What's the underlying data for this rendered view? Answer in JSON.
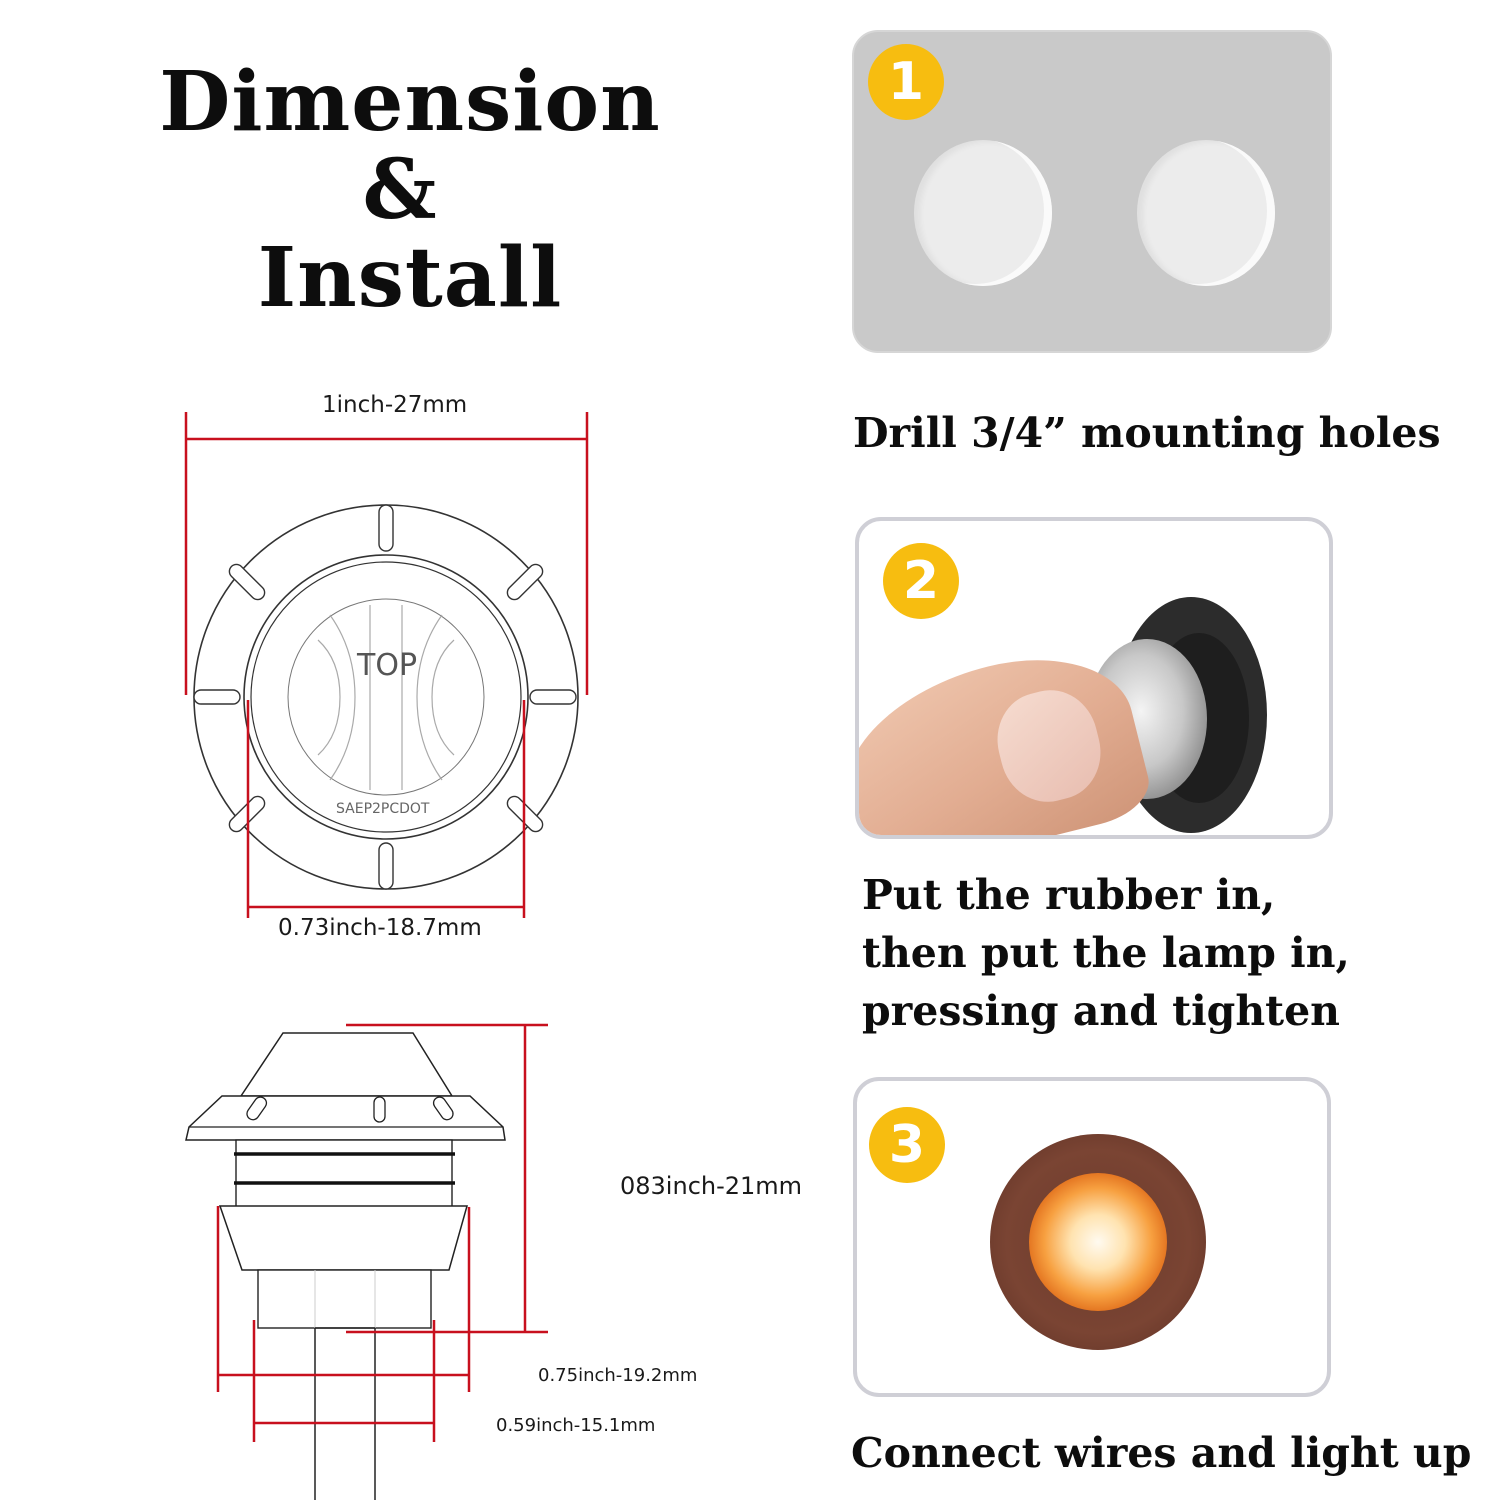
{
  "title": {
    "line1": "Dimension",
    "line2": "&",
    "line3": "Install"
  },
  "top_view": {
    "lens_label": "TOP",
    "marking": "SAEP2PCDOT",
    "outer_diameter_label": "1inch-27mm",
    "inner_diameter_label": "0.73inch-18.7mm"
  },
  "side_view": {
    "height_label": "083inch-21mm",
    "flange_width_label": "0.75inch-19.2mm",
    "body_width_label": "0.59inch-15.1mm"
  },
  "colors": {
    "dimension_line": "#c8101e",
    "badge": "#f7bd10",
    "panel_border": "#cfcfd6",
    "step1_panel": "#c9c9c9"
  },
  "steps": [
    {
      "number": "1",
      "caption": "Drill 3/4” mounting holes",
      "image": "panel-with-two-holes"
    },
    {
      "number": "2",
      "caption_lines": [
        "Put the rubber in,",
        "then put the lamp in,",
        "pressing and tighten"
      ],
      "image": "finger-pressing-lamp-into-grommet"
    },
    {
      "number": "3",
      "caption": "Connect wires and light up",
      "image": "amber-lamp-lit"
    }
  ]
}
